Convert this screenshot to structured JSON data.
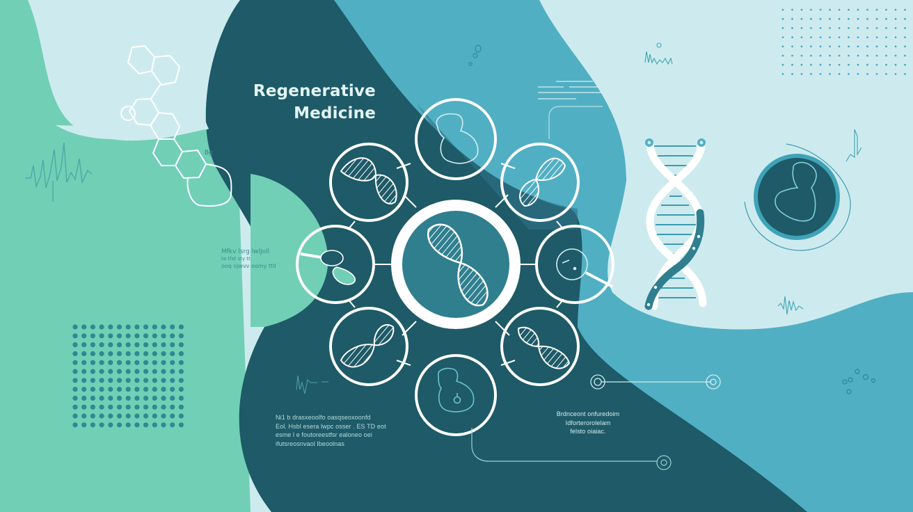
{
  "title": {
    "line1": "Regenerative",
    "line2": "Medicine"
  },
  "captions": {
    "left": [
      "Ni1 b drasxeoolfo  oasqseoxoonfd",
      "Eol. Hsbl esera lwpc osser . ES TD eot",
      "esme l e  foutoreestfsr ealoneo oei",
      "ifutsreosnvaol lbeoolnas"
    ],
    "right": [
      "Brdnceont onfuredoim",
      "Idforterorolelam",
      "felsto oiaiac."
    ],
    "scribble_left": [
      "Mfkv lsrg lwlJoll",
      "ta  tfxt sty   tt",
      "ooq ojwvv oomy ttll"
    ]
  },
  "colors": {
    "mint": "#71cfb5",
    "pale": "#cdebee",
    "deep_teal": "#1e5a67",
    "mid_teal": "#51afc3",
    "center_fill": "#2f7f8f",
    "white": "#ffffff"
  },
  "illustration": {
    "hub_nodes": 8,
    "hub_center_icon": "dna-helix-icon",
    "node_icons": [
      "cell-icon",
      "dna-helix-icon",
      "dna-helix-icon",
      "stethoscope-icon",
      "dna-helix-icon",
      "cell-icon",
      "dna-helix-icon",
      "cell-pair-icon"
    ],
    "dot_grid": {
      "cols": 13,
      "rows": 12
    },
    "dot_grid_top_right": {
      "cols": 14,
      "rows": 8
    }
  }
}
